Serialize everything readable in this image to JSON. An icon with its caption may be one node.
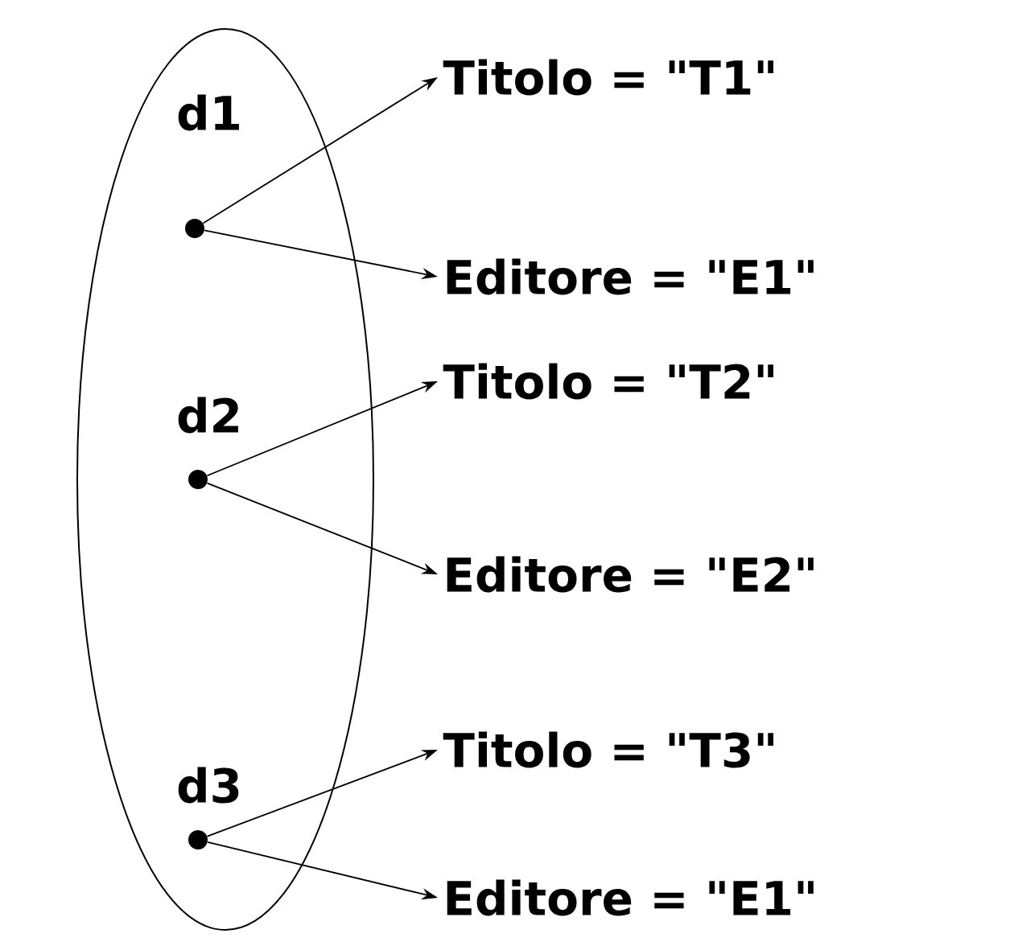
{
  "diagram": {
    "nodes": [
      {
        "text": [],
        "shape": "ellipse"
      },
      {
        "text": [],
        "shape": "circle",
        "in": 0,
        "beside": [
          "d1"
        ]
      },
      {
        "text": [
          "Titolo = \"T1\""
        ]
      },
      {
        "text": [
          "Editore = \"E1\""
        ]
      },
      {
        "text": [],
        "shape": "circle",
        "in": 0,
        "beside": [
          "d2"
        ]
      },
      {
        "text": [
          "Titolo = \"T2\""
        ]
      },
      {
        "text": [
          "Editore = \"E2\""
        ]
      },
      {
        "text": [],
        "shape": "circle",
        "in": 0,
        "beside": [
          "d3"
        ]
      },
      {
        "text": [
          "Titolo = \"T3\""
        ]
      },
      {
        "text": [
          "Editore = \"E1\""
        ]
      }
    ],
    "edges": [
      {
        "from": 1,
        "to": 2,
        "arrow": "to"
      },
      {
        "from": 1,
        "to": 3,
        "arrow": "to"
      },
      {
        "from": 4,
        "to": 5,
        "arrow": "to"
      },
      {
        "from": 4,
        "to": 6,
        "arrow": "to"
      },
      {
        "from": 7,
        "to": 8,
        "arrow": "to"
      },
      {
        "from": 7,
        "to": 9,
        "arrow": "to"
      }
    ]
  }
}
